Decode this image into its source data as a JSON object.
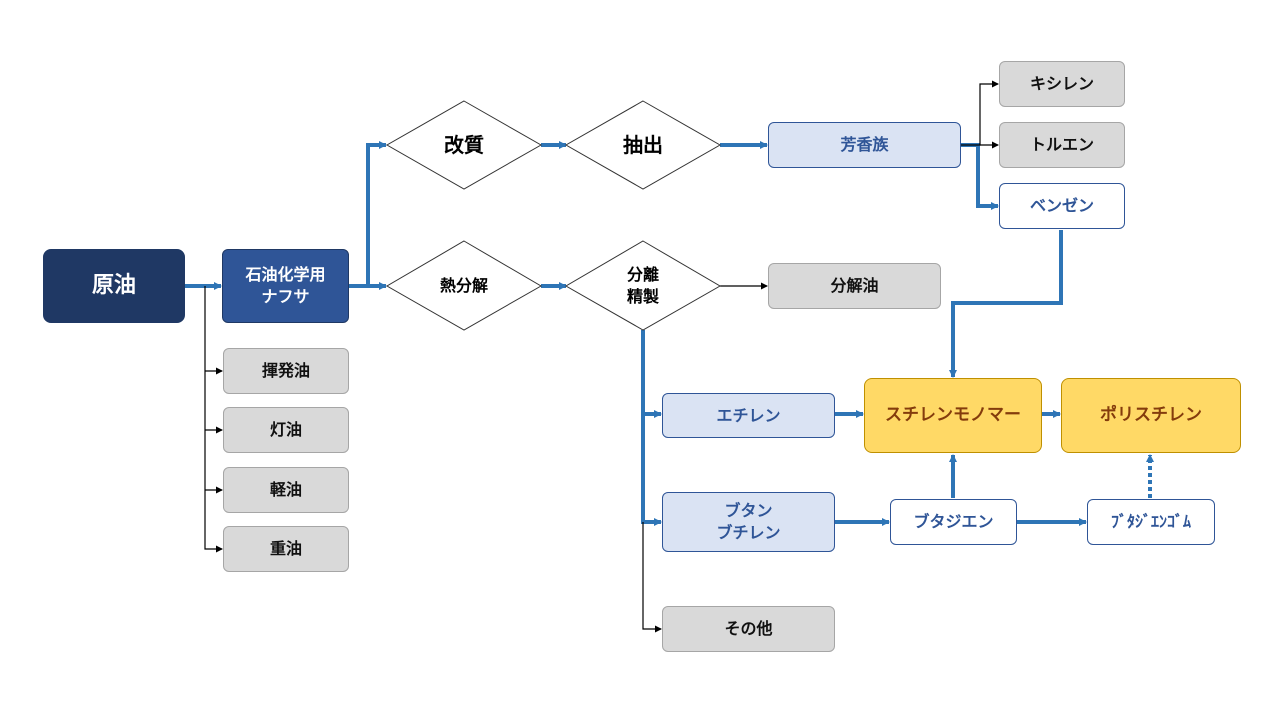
{
  "colors": {
    "blue_line": "#2e75b6",
    "black_line": "#000000"
  },
  "nodes": {
    "crude_oil": "原油",
    "naphtha_line1": "石油化学用",
    "naphtha_line2": "ナフサ",
    "volatile_oil": "揮発油",
    "kerosene": "灯油",
    "light_oil": "軽油",
    "heavy_oil": "重油",
    "reforming": "改質",
    "extraction": "抽出",
    "aromatics": "芳香族",
    "xylene": "キシレン",
    "toluene": "トルエン",
    "benzene": "ベンゼン",
    "thermal_cracking": "熱分解",
    "separation_line1": "分離",
    "separation_line2": "精製",
    "cracked_oil": "分解油",
    "ethylene": "エチレン",
    "butane_line1": "ブタン",
    "butane_line2": "ブチレン",
    "others": "その他",
    "styrene_monomer": "スチレンモノマー",
    "polystyrene": "ポリスチレン",
    "butadiene": "ブタジエン",
    "butadiene_rubber": "ﾌﾞﾀｼﾞｴﾝｺﾞﾑ"
  }
}
